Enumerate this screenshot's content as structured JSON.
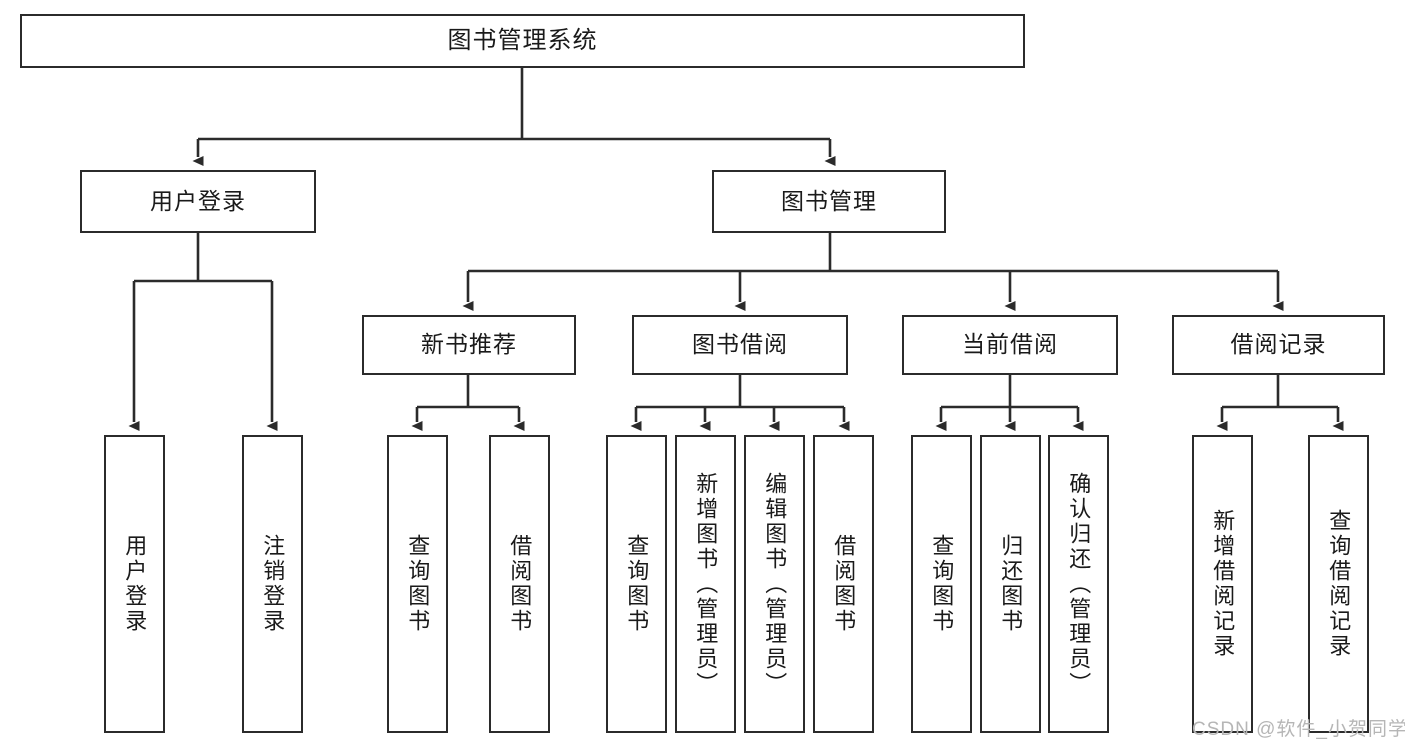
{
  "diagram": {
    "title": "图书管理系统",
    "type": "functional-structure-tree",
    "orientation": "top-down",
    "line_color": "#2b2b2b",
    "text_color": "#1a1a1a",
    "background_color": "#ffffff"
  },
  "nodes": {
    "root": {
      "label": "图书管理系统"
    },
    "level2": [
      {
        "id": "user-login",
        "label": "用户登录"
      },
      {
        "id": "book-management",
        "label": "图书管理"
      }
    ],
    "level3": [
      {
        "id": "new-book-recommend",
        "label": "新书推荐"
      },
      {
        "id": "book-borrow",
        "label": "图书借阅"
      },
      {
        "id": "current-borrow",
        "label": "当前借阅"
      },
      {
        "id": "borrow-record",
        "label": "借阅记录"
      }
    ],
    "leaves": {
      "user_login": [
        {
          "id": "leaf-user-login",
          "label": "用户登录"
        },
        {
          "id": "leaf-logout-login",
          "label": "注销登录"
        }
      ],
      "new_book_recommend": [
        {
          "id": "leaf-query-book-1",
          "label": "查询图书"
        },
        {
          "id": "leaf-borrow-book-1",
          "label": "借阅图书"
        }
      ],
      "book_borrow": [
        {
          "id": "leaf-query-book-2",
          "label": "查询图书"
        },
        {
          "id": "leaf-add-book",
          "label": "新增图书（管理员）"
        },
        {
          "id": "leaf-edit-book",
          "label": "编辑图书（管理员）"
        },
        {
          "id": "leaf-borrow-book-2",
          "label": "借阅图书"
        }
      ],
      "current_borrow": [
        {
          "id": "leaf-query-book-3",
          "label": "查询图书"
        },
        {
          "id": "leaf-return-book",
          "label": "归还图书"
        },
        {
          "id": "leaf-confirm-return",
          "label": "确认归还（管理员）"
        }
      ],
      "borrow_record": [
        {
          "id": "leaf-add-record",
          "label": "新增借阅记录"
        },
        {
          "id": "leaf-query-record",
          "label": "查询借阅记录"
        }
      ]
    }
  },
  "watermark": {
    "text": "CSDN @软件_小贺同学"
  }
}
